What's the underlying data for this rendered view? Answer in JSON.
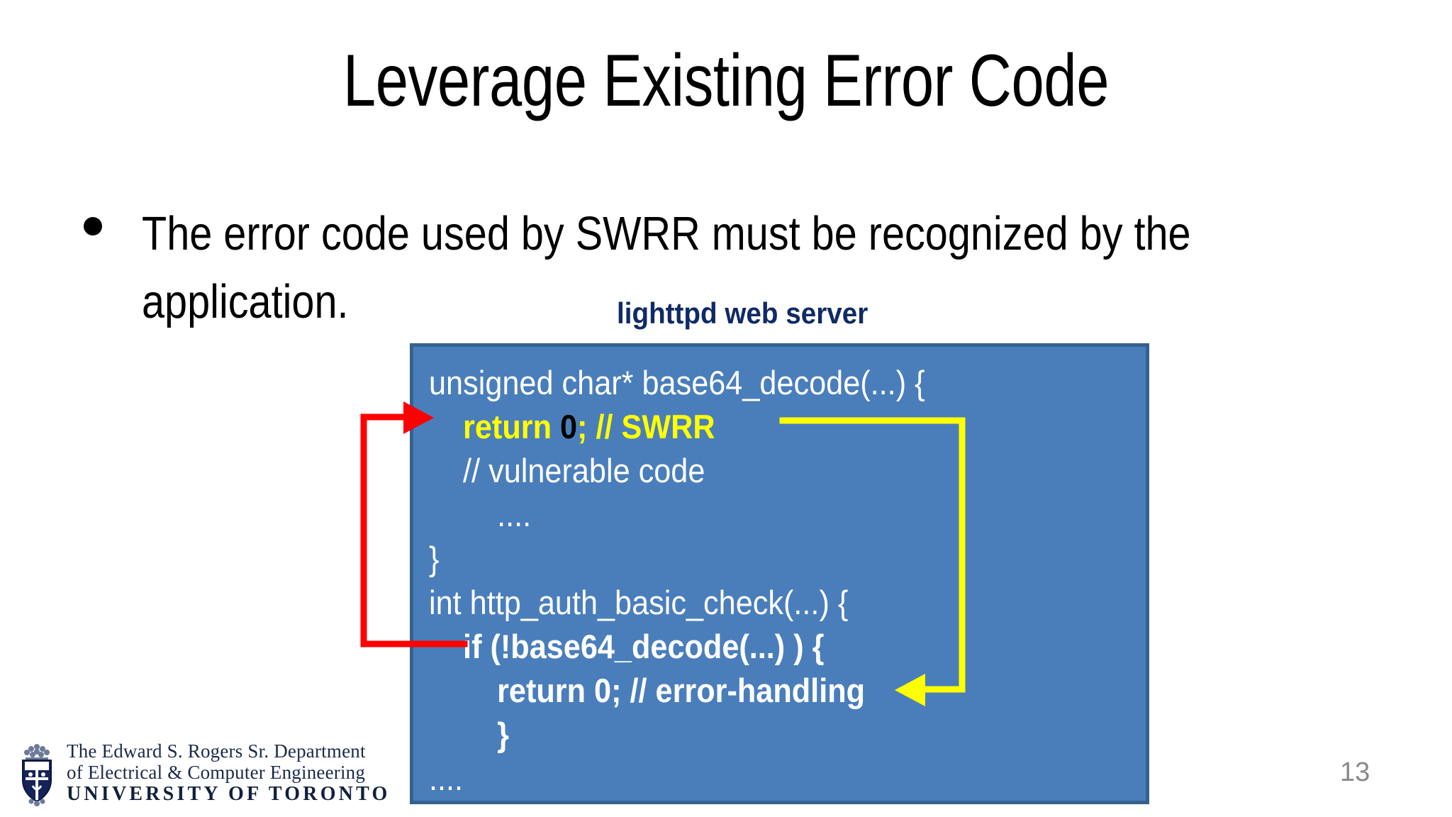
{
  "slide": {
    "title": "Leverage Existing Error Code",
    "page_number": "13",
    "bullet": {
      "marker": "•",
      "text": "The error code used by SWRR must be recognized by the application."
    },
    "diagram_caption": "lighttpd web server",
    "colors": {
      "code_box_fill": "#4A7EBB",
      "code_box_border": "#35618F",
      "caption_text": "#102A66",
      "highlight_yellow": "#FFFF00",
      "red_arrow": "#FF0000",
      "yellow_arrow": "#FFFF00",
      "page_number_text": "#8A8A8A"
    },
    "code_block": {
      "lines": [
        {
          "id": "line-1",
          "indent": 0,
          "bold": false,
          "segments": [
            {
              "text": "unsigned char* base64_decode(...) {",
              "style": "plain"
            }
          ]
        },
        {
          "id": "line-2",
          "indent": 1,
          "bold": true,
          "segments": [
            {
              "text": "return ",
              "style": "yellow"
            },
            {
              "text": "0",
              "style": "black"
            },
            {
              "text": "; // SWRR",
              "style": "yellow"
            }
          ]
        },
        {
          "id": "line-3",
          "indent": 1,
          "bold": false,
          "segments": [
            {
              "text": "// vulnerable code",
              "style": "plain"
            }
          ]
        },
        {
          "id": "line-4",
          "indent": 2,
          "bold": false,
          "segments": [
            {
              "text": "....",
              "style": "plain"
            }
          ]
        },
        {
          "id": "line-5",
          "indent": 0,
          "bold": false,
          "segments": [
            {
              "text": "}",
              "style": "plain"
            }
          ]
        },
        {
          "id": "line-6",
          "indent": 0,
          "bold": false,
          "segments": [
            {
              "text": "int http_auth_basic_check(...) {",
              "style": "plain"
            }
          ]
        },
        {
          "id": "line-7",
          "indent": 1,
          "bold": true,
          "segments": [
            {
              "text": "if (!base64_decode(...) ) {",
              "style": "plain"
            }
          ]
        },
        {
          "id": "line-8",
          "indent": 2,
          "bold": true,
          "segments": [
            {
              "text": "return 0; // error-handling",
              "style": "plain"
            }
          ]
        },
        {
          "id": "line-9",
          "indent": 2,
          "bold": true,
          "segments": [
            {
              "text": "}",
              "style": "plain"
            }
          ]
        },
        {
          "id": "line-10",
          "indent": 0,
          "bold": false,
          "segments": [
            {
              "text": "....",
              "style": "plain"
            }
          ]
        }
      ]
    },
    "annotations": [
      {
        "id": "red-arrow",
        "color": "#FF0000",
        "from": "if (!base64_decode(...) ) {",
        "to": "return 0; // SWRR"
      },
      {
        "id": "yellow-arrow",
        "color": "#FFFF00",
        "from": "return 0; // SWRR",
        "to": "return 0; // error-handling"
      }
    ]
  },
  "footer": {
    "logo": {
      "line1": "The Edward S. Rogers Sr. Department",
      "line2": "of Electrical & Computer Engineering",
      "line3": "UNIVERSITY OF TORONTO"
    }
  }
}
